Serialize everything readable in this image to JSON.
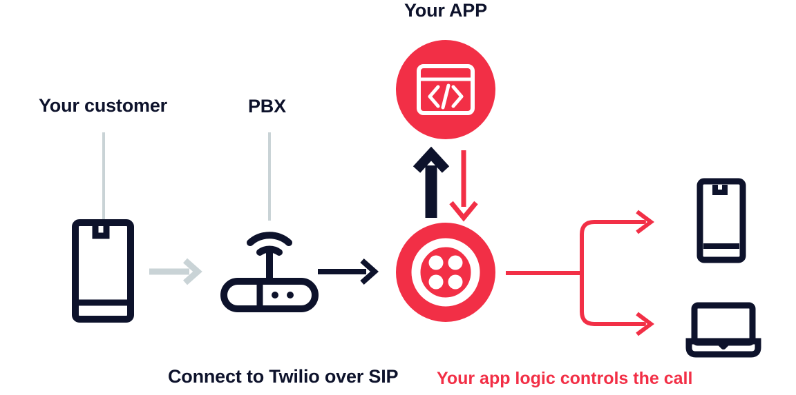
{
  "diagram": {
    "title": "Twilio SIP call-flow diagram",
    "colors": {
      "twilio_red": "#f22f46",
      "dark_navy": "#0d122b",
      "light_gray": "#c9d3d6",
      "background": "#ffffff"
    },
    "labels": {
      "your_customer": "Your customer",
      "pbx": "PBX",
      "your_app": "Your APP",
      "connect_sip": "Connect to Twilio over SIP",
      "app_logic": "Your app logic controls the call"
    },
    "nodes": [
      {
        "id": "customer-phone",
        "icon": "smartphone-icon",
        "label": "Your customer"
      },
      {
        "id": "pbx-router",
        "icon": "router-icon",
        "label": "PBX"
      },
      {
        "id": "your-app",
        "icon": "code-window-icon",
        "label": "Your APP"
      },
      {
        "id": "twilio",
        "icon": "twilio-logo-icon",
        "label": ""
      },
      {
        "id": "endpoint-phone",
        "icon": "smartphone-icon",
        "label": ""
      },
      {
        "id": "endpoint-laptop",
        "icon": "laptop-icon",
        "label": ""
      }
    ],
    "connectors": [
      {
        "id": "customer-to-pbx",
        "from": "customer-phone",
        "to": "pbx-router",
        "style": "arrow",
        "color": "#c9d3d6"
      },
      {
        "id": "pbx-to-twilio",
        "from": "pbx-router",
        "to": "twilio",
        "style": "arrow",
        "color": "#0d122b"
      },
      {
        "id": "twilio-to-app",
        "from": "twilio",
        "to": "your-app",
        "style": "arrow-up",
        "color": "#0d122b"
      },
      {
        "id": "app-to-twilio",
        "from": "your-app",
        "to": "twilio",
        "style": "arrow-down",
        "color": "#f22f46"
      },
      {
        "id": "twilio-to-phone",
        "from": "twilio",
        "to": "endpoint-phone",
        "style": "branch-arrow",
        "color": "#f22f46"
      },
      {
        "id": "twilio-to-laptop",
        "from": "twilio",
        "to": "endpoint-laptop",
        "style": "branch-arrow",
        "color": "#f22f46"
      }
    ]
  }
}
